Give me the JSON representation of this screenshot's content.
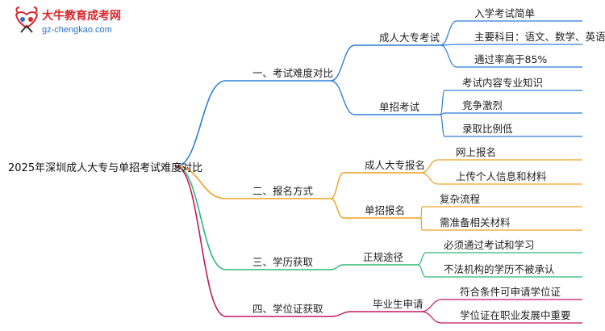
{
  "logo": {
    "name": "大牛教育成考网",
    "url": "gz-chengkao.com"
  },
  "root": "2025年深圳成人大专与单招考试难度对比",
  "colors": {
    "blue": "#2f7ed8",
    "orange": "#f0a020",
    "green": "#2eb872",
    "magenta": "#c2185b",
    "text": "#222222"
  },
  "branches": [
    {
      "label": "一、考试难度对比",
      "color": "blue",
      "children": [
        {
          "label": "成人大专考试",
          "leaves": [
            "入学考试简单",
            "主要科目：语文、数学、英语",
            "通过率高于85%"
          ]
        },
        {
          "label": "单招考试",
          "leaves": [
            "考试内容专业知识",
            "竞争激烈",
            "录取比例低"
          ]
        }
      ]
    },
    {
      "label": "二、报名方式",
      "color": "orange",
      "children": [
        {
          "label": "成人大专报名",
          "leaves": [
            "网上报名",
            "上传个人信息和材料"
          ]
        },
        {
          "label": "单招报名",
          "leaves": [
            "复杂流程",
            "需准备相关材料"
          ]
        }
      ]
    },
    {
      "label": "三、学历获取",
      "color": "green",
      "children": [
        {
          "label": "正规途径",
          "leaves": [
            "必须通过考试和学习",
            "不法机构的学历不被承认"
          ]
        }
      ]
    },
    {
      "label": "四、学位证获取",
      "color": "magenta",
      "children": [
        {
          "label": "毕业生申请",
          "leaves": [
            "符合条件可申请学位证",
            "学位证在职业发展中重要"
          ]
        }
      ]
    }
  ]
}
